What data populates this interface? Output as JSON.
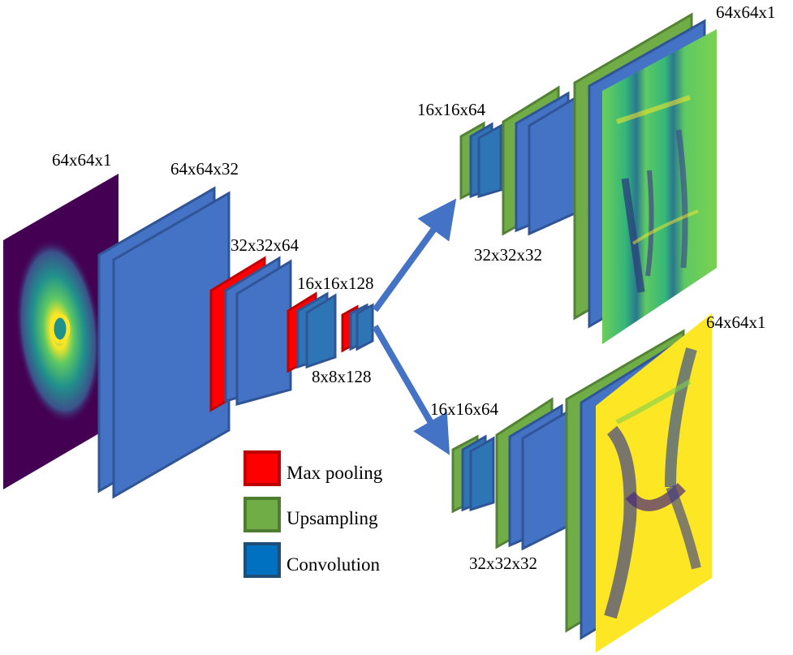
{
  "labels": {
    "input": "64x64x1",
    "enc1": "64x64x32",
    "enc2": "32x32x64",
    "enc3": "16x16x128",
    "bottleneck": "8x8x128",
    "top_dec1": "16x16x64",
    "top_dec2": "32x32x32",
    "top_out": "64x64x1",
    "bot_dec1": "16x16x64",
    "bot_dec2": "32x32x32",
    "bot_out": "64x64x1"
  },
  "legend": [
    {
      "label": "Max pooling",
      "color": "#ff0000",
      "border": "#c00000"
    },
    {
      "label": "Upsampling",
      "color": "#70ad47",
      "border": "#4e7d31"
    },
    {
      "label": "Convolution",
      "color": "#0070c0",
      "border": "#1f4e79"
    }
  ],
  "colors": {
    "conv": "#4472c4",
    "conv_edge": "#2f5597",
    "conv_dark": "#2e75b6",
    "pool": "#ff0000",
    "pool_edge": "#c00000",
    "up": "#70ad47",
    "up_edge": "#548235",
    "arrow": "#4472c4",
    "viridis_dark": "#440154",
    "viridis_yellow": "#fde725",
    "viridis_green": "#5ec962"
  }
}
